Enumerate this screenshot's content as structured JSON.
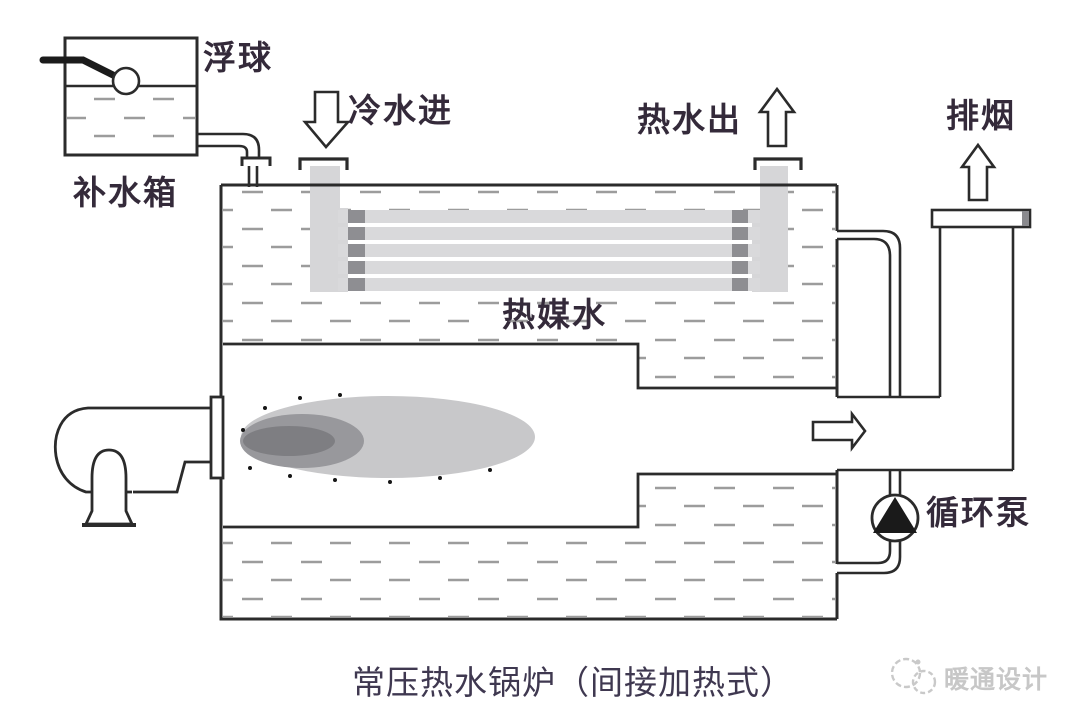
{
  "diagram": {
    "caption": "常压热水锅炉（间接加热式）",
    "labels": {
      "float_ball": "浮球",
      "makeup_tank": "补水箱",
      "cold_water_in": "冷水进",
      "hot_water_out": "热水出",
      "exhaust": "排烟",
      "heat_medium_water": "热媒水",
      "circulation_pump": "循环泵"
    },
    "watermark": {
      "text": "暖通设计",
      "logo": "overlapping-circles-logo"
    },
    "icons": {
      "cold_water_arrow": "hollow-arrow-down",
      "hot_water_arrow": "hollow-arrow-up",
      "exhaust_arrow": "hollow-arrow-up",
      "flue_gas_arrow": "hollow-arrow-right",
      "pump_symbol": "circle-with-black-triangle",
      "float_ball_symbol": "circle-on-lever-arm"
    },
    "colors": {
      "line": "#2b2b2b",
      "water_dash": "#9c9c9c",
      "tube_gray": "#d9d9db",
      "pipe_column_gray": "#d6d6d8",
      "tube_end_square": "#8e8e92",
      "flame_outer": "#c8c8ca",
      "flame_mid": "#98989c",
      "flame_core": "#7e7e82",
      "label_text": "#342a3a",
      "caption_text": "#3f3850",
      "watermark": "#c7c7c7",
      "background": "#ffffff"
    }
  }
}
